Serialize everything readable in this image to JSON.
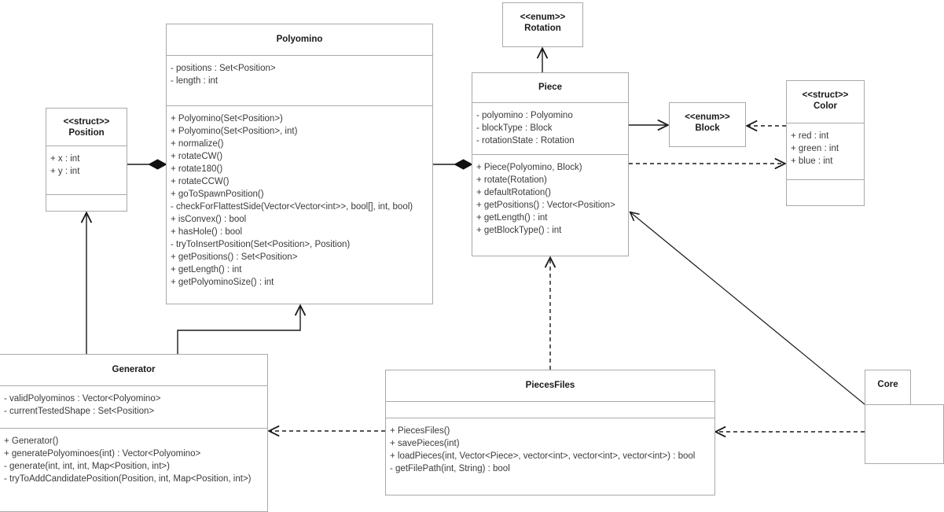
{
  "diagram": {
    "kind": "uml-class-diagram",
    "colors": {
      "background": "#ffffff",
      "box_border": "#a9a9a9",
      "edge": "#1a1a1a",
      "title_text": "#1a1a1a",
      "member_text": "#3a3a3a"
    }
  },
  "classes": {
    "position": {
      "stereotype": "<<struct>>",
      "name": "Position",
      "attributes": [
        "+ x : int",
        "+ y : int"
      ],
      "operations": []
    },
    "polyomino": {
      "stereotype": "",
      "name": "Polyomino",
      "attributes": [
        "- positions : Set<Position>",
        "- length : int"
      ],
      "operations": [
        "+ Polyomino(Set<Position>)",
        "+ Polyomino(Set<Position>, int)",
        "+ normalize()",
        "+ rotateCW()",
        "+ rotate180()",
        "+ rotateCCW()",
        "+ goToSpawnPosition()",
        "- checkForFlattestSide(Vector<Vector<int>>, bool[], int, bool)",
        "+ isConvex() : bool",
        "+ hasHole() : bool",
        "- tryToInsertPosition(Set<Position>, Position)",
        "+ getPositions() : Set<Position>",
        "+ getLength() : int",
        "+ getPolyominoSize() : int"
      ]
    },
    "rotation": {
      "stereotype": "<<enum>>",
      "name": "Rotation",
      "attributes": [],
      "operations": []
    },
    "piece": {
      "stereotype": "",
      "name": "Piece",
      "attributes": [
        "- polyomino : Polyomino",
        "- blockType : Block",
        "- rotationState : Rotation"
      ],
      "operations": [
        "+ Piece(Polyomino, Block)",
        "+ rotate(Rotation)",
        "+ defaultRotation()",
        "+ getPositions() : Vector<Position>",
        "+ getLength() : int",
        "+ getBlockType() : int"
      ]
    },
    "block": {
      "stereotype": "<<enum>>",
      "name": "Block",
      "attributes": [],
      "operations": []
    },
    "color": {
      "stereotype": "<<struct>>",
      "name": "Color",
      "attributes": [
        "+ red : int",
        "+ green : int",
        "+ blue : int"
      ],
      "operations": []
    },
    "generator": {
      "stereotype": "",
      "name": "Generator",
      "attributes": [
        "- validPolyominos : Vector<Polyomino>",
        "- currentTestedShape : Set<Position>"
      ],
      "operations": [
        "+ Generator()",
        "+ generatePolyominoes(int) : Vector<Polyomino>",
        "- generate(int, int, int, Map<Position, int>)",
        "- tryToAddCandidatePosition(Position, int, Map<Position, int>)"
      ]
    },
    "piecesfiles": {
      "stereotype": "",
      "name": "PiecesFiles",
      "attributes": [],
      "operations": [
        "+ PiecesFiles()",
        "+ savePieces(int)",
        "+ loadPieces(int, Vector<Piece>, vector<int>, vector<int>, vector<int>) : bool",
        "- getFilePath(int, String) : bool"
      ]
    },
    "core": {
      "stereotype": "",
      "name": "Core",
      "attributes": [],
      "operations": []
    }
  },
  "relationships": [
    {
      "id": "position-polyomino",
      "from": "Position",
      "to": "Polyomino",
      "type": "composition",
      "line": "solid",
      "marker": "filled-diamond"
    },
    {
      "id": "polyomino-piece",
      "from": "Polyomino",
      "to": "Piece",
      "type": "composition",
      "line": "solid",
      "marker": "filled-diamond"
    },
    {
      "id": "piece-rotation",
      "from": "Piece",
      "to": "Rotation",
      "type": "association",
      "line": "solid",
      "marker": "open-arrow"
    },
    {
      "id": "piece-block",
      "from": "Piece",
      "to": "Block",
      "type": "association",
      "line": "solid",
      "marker": "open-arrow"
    },
    {
      "id": "piece-color",
      "from": "Piece",
      "to": "Color",
      "type": "dependency",
      "line": "dashed",
      "marker": "open-arrow"
    },
    {
      "id": "color-block",
      "from": "Color",
      "to": "Block",
      "type": "dependency",
      "line": "dashed",
      "marker": "open-arrow"
    },
    {
      "id": "position-generator",
      "from": "Generator",
      "to": "Position",
      "type": "association",
      "line": "solid",
      "marker": "open-arrow"
    },
    {
      "id": "generator-polyomino",
      "from": "Generator",
      "to": "Polyomino",
      "type": "association",
      "line": "solid",
      "marker": "open-arrow"
    },
    {
      "id": "piecesfiles-generator",
      "from": "PiecesFiles",
      "to": "Generator",
      "type": "dependency",
      "line": "dashed",
      "marker": "open-arrow"
    },
    {
      "id": "piecesfiles-piece",
      "from": "PiecesFiles",
      "to": "Piece",
      "type": "dependency",
      "line": "dashed",
      "marker": "open-arrow"
    },
    {
      "id": "core-piece",
      "from": "Core",
      "to": "Piece",
      "type": "association",
      "line": "solid",
      "marker": "open-arrow"
    },
    {
      "id": "core-piecesfiles",
      "from": "Core",
      "to": "PiecesFiles",
      "type": "dependency",
      "line": "dashed",
      "marker": "open-arrow"
    }
  ]
}
